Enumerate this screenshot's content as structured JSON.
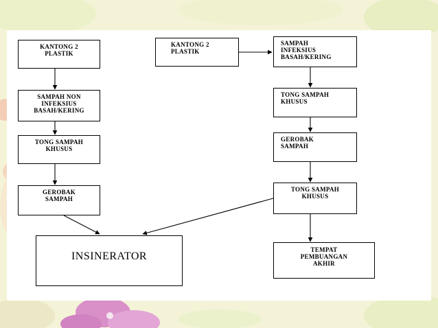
{
  "flowchart": {
    "left": {
      "kantong": "KANTONG 2\nPLASTIK",
      "sampah": "SAMPAH NON\nINFEKSIUS\nBASAH/KERING",
      "tong": "TONG SAMPAH\nKHUSUS",
      "gerobak": "GEROBAK\nSAMPAH"
    },
    "insinerator": "INSINERATOR",
    "right": {
      "kantong": "KANTONG 2\nPLASTIK",
      "sampah": "SAMPAH\nINFEKSIUS\nBASAH/KERING",
      "tong1": "TONG SAMPAH\nKHUSUS",
      "gerobak": "GEROBAK\nSAMPAH",
      "tong2": "TONG SAMPAH\nKHUSUS",
      "tempat": "TEMPAT\nPEMBUANGAN\nAKHIR"
    }
  },
  "colors": {
    "background": "#f4f3d8",
    "sheet": "#ffffff",
    "stroke": "#000000",
    "flower_pink": "#d88ac8",
    "leaf_green": "#c5dc8e"
  }
}
